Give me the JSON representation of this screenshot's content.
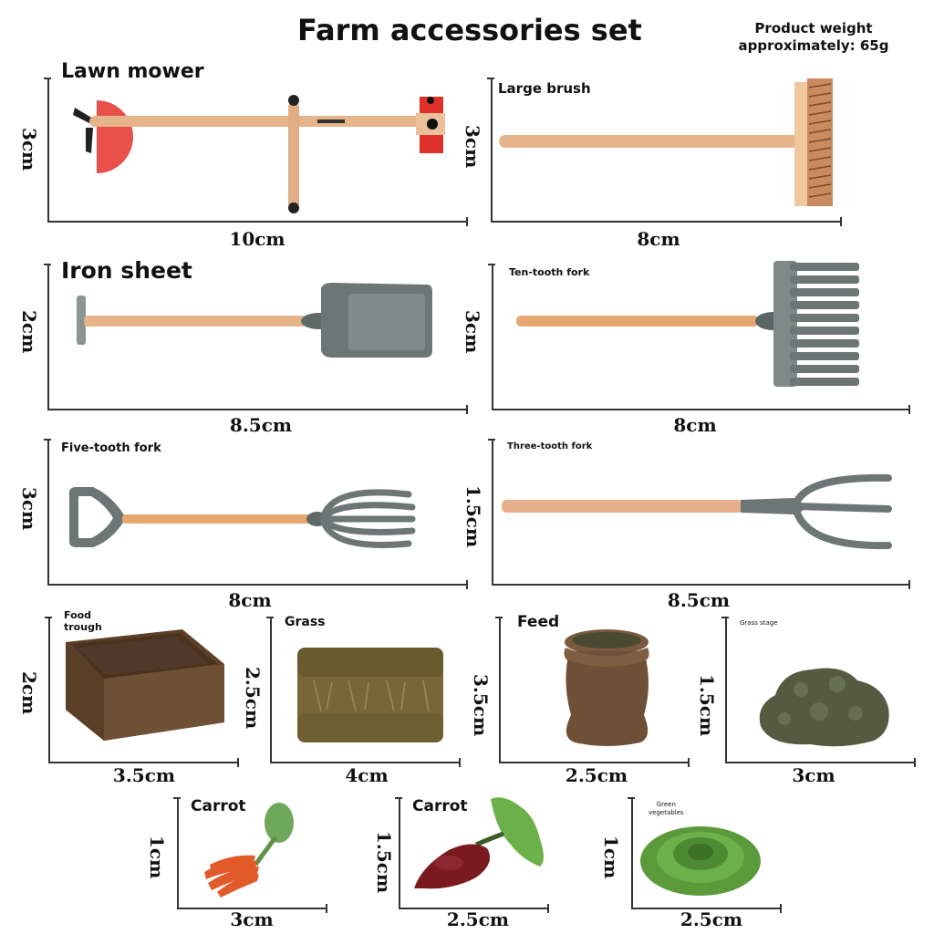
{
  "header": {
    "title": "Farm accessories set",
    "weight_line1": "Product weight",
    "weight_line2": "approximately: 65g"
  },
  "colors": {
    "wood": "#e6b48a",
    "metal_gray": "#6b7675",
    "mower_red": "#e8504a",
    "trough_brown": "#6b4a30",
    "hay": "#7a6a3a",
    "sack": "#6e5038",
    "moss": "#555a40",
    "carrot_orange": "#e05a2a",
    "beet_red": "#7a1a1e",
    "leaf_green": "#6cb04a"
  },
  "items": [
    {
      "id": "lawn-mower",
      "name": "Lawn mower",
      "width": "10cm",
      "height": "3cm"
    },
    {
      "id": "large-brush",
      "name": "Large brush",
      "width": "8cm",
      "height": "3cm"
    },
    {
      "id": "iron-sheet",
      "name": "Iron sheet",
      "width": "8.5cm",
      "height": "2cm"
    },
    {
      "id": "ten-tooth-fork",
      "name": "Ten-tooth fork",
      "width": "8cm",
      "height": "3cm"
    },
    {
      "id": "five-tooth-fork",
      "name": "Five-tooth fork",
      "width": "8cm",
      "height": "3cm"
    },
    {
      "id": "three-tooth-fork",
      "name": "Three-tooth fork",
      "width": "8.5cm",
      "height": "1.5cm"
    },
    {
      "id": "food-trough",
      "name_line1": "Food",
      "name_line2": "trough",
      "width": "3.5cm",
      "height": "2cm"
    },
    {
      "id": "grass",
      "name": "Grass",
      "width": "4cm",
      "height": "2.5cm"
    },
    {
      "id": "feed",
      "name": "Feed",
      "width": "2.5cm",
      "height": "3.5cm"
    },
    {
      "id": "grass-stage",
      "name": "Grass stage",
      "width": "3cm",
      "height": "1.5cm"
    },
    {
      "id": "carrot-bunch",
      "name": "Carrot",
      "width": "3cm",
      "height": "1cm"
    },
    {
      "id": "carrot-beet",
      "name": "Carrot",
      "width": "2.5cm",
      "height": "1.5cm"
    },
    {
      "id": "green-vegetables",
      "name_line1": "Green",
      "name_line2": "vegetables",
      "width": "2.5cm",
      "height": "1cm"
    }
  ]
}
